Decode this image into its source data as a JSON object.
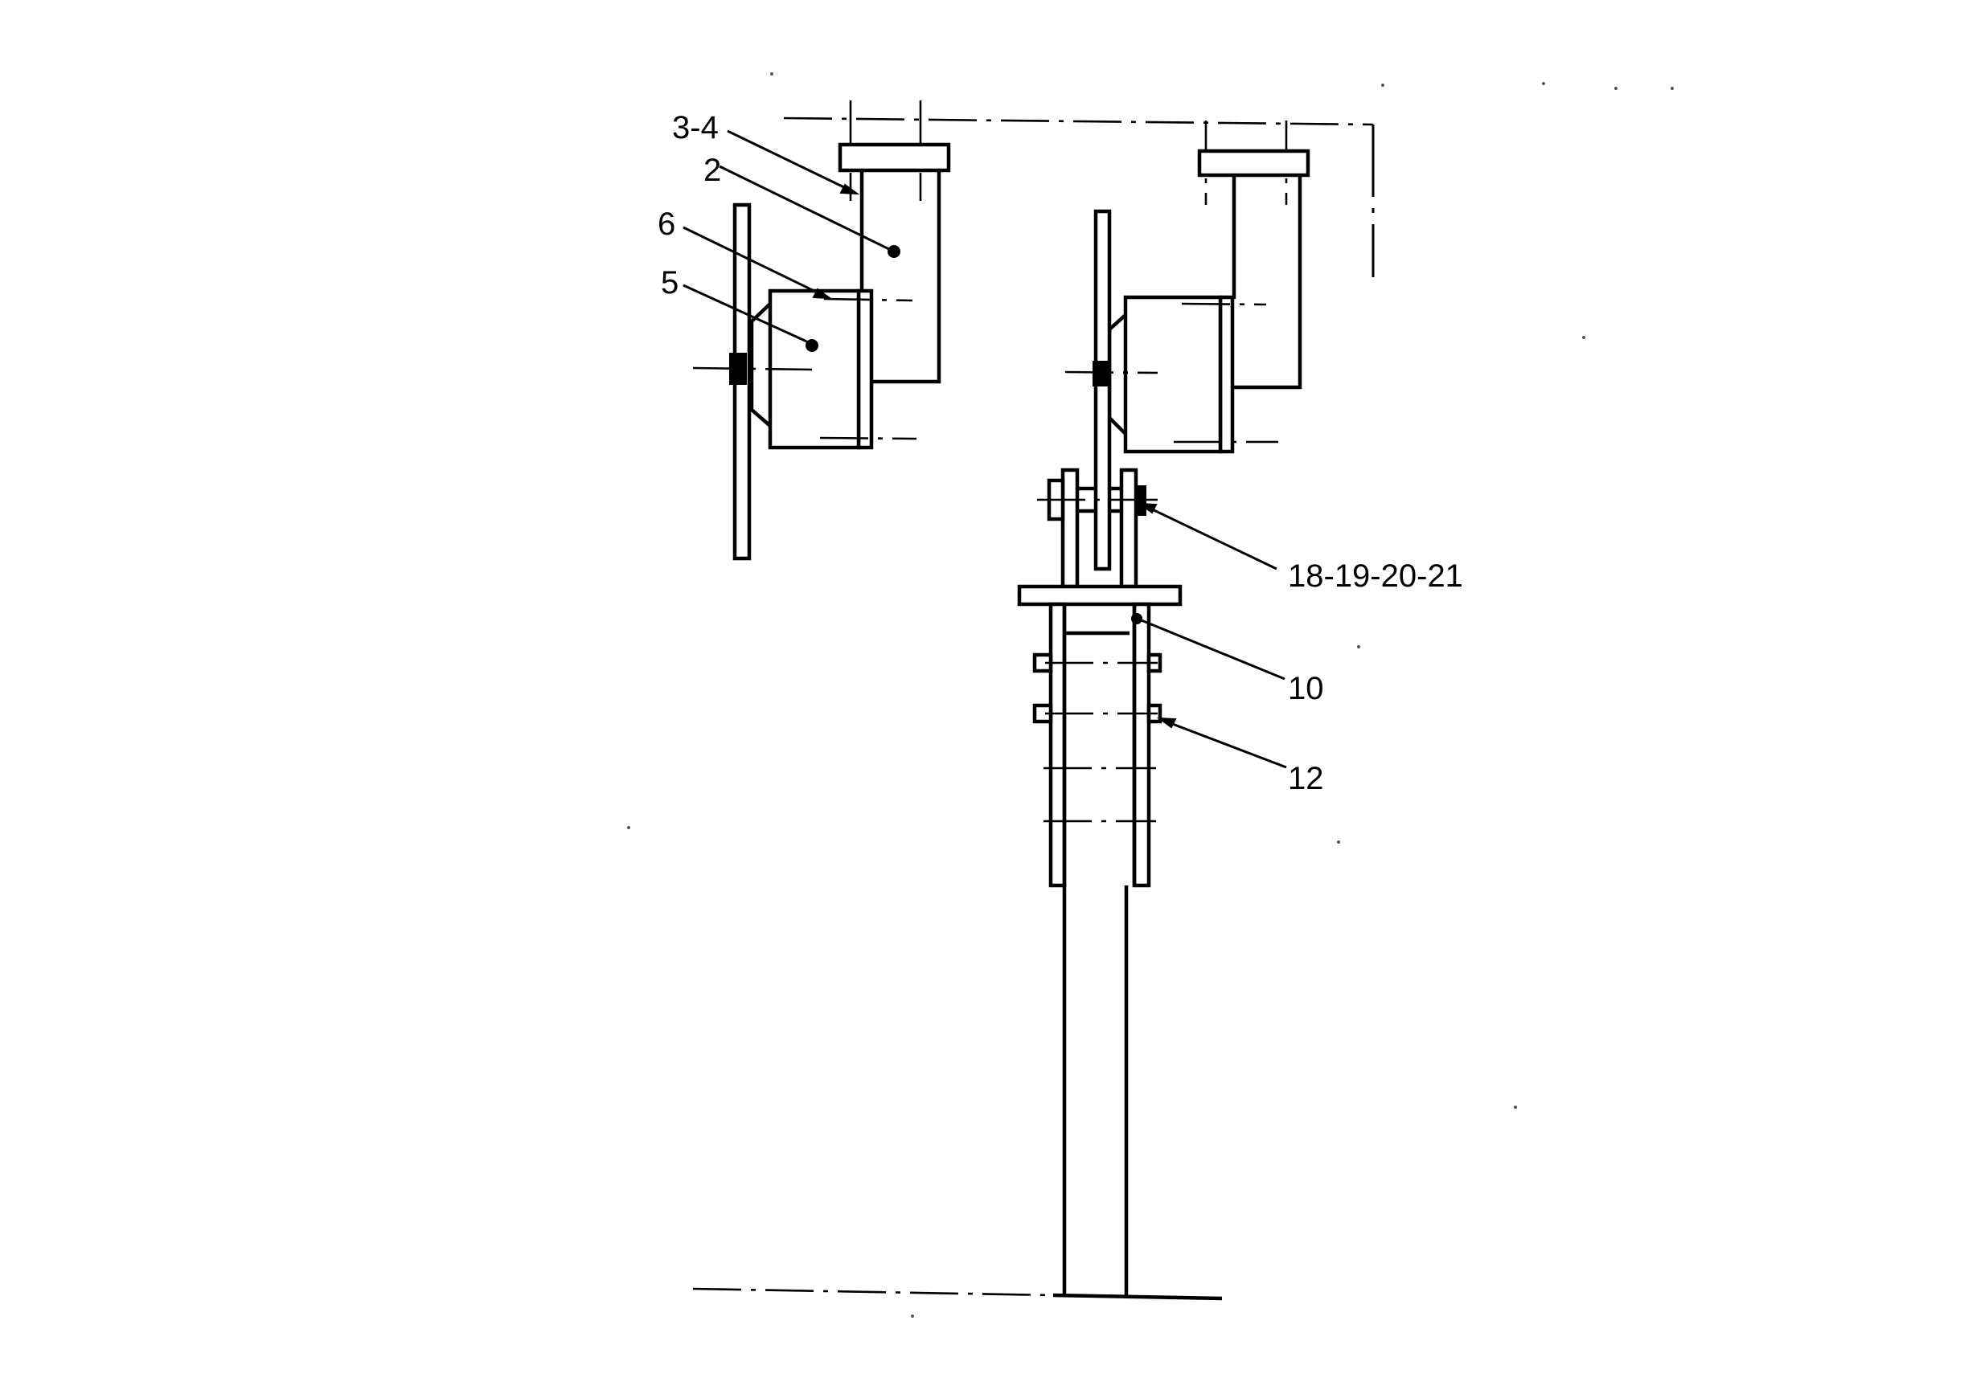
{
  "labels": {
    "l34": "3-4",
    "l2": "2",
    "l6": "6",
    "l5": "5",
    "l18": "18-19-20-21",
    "l10": "10",
    "l12": "12"
  },
  "colors": {
    "line": "#000000",
    "background": "#ffffff"
  }
}
